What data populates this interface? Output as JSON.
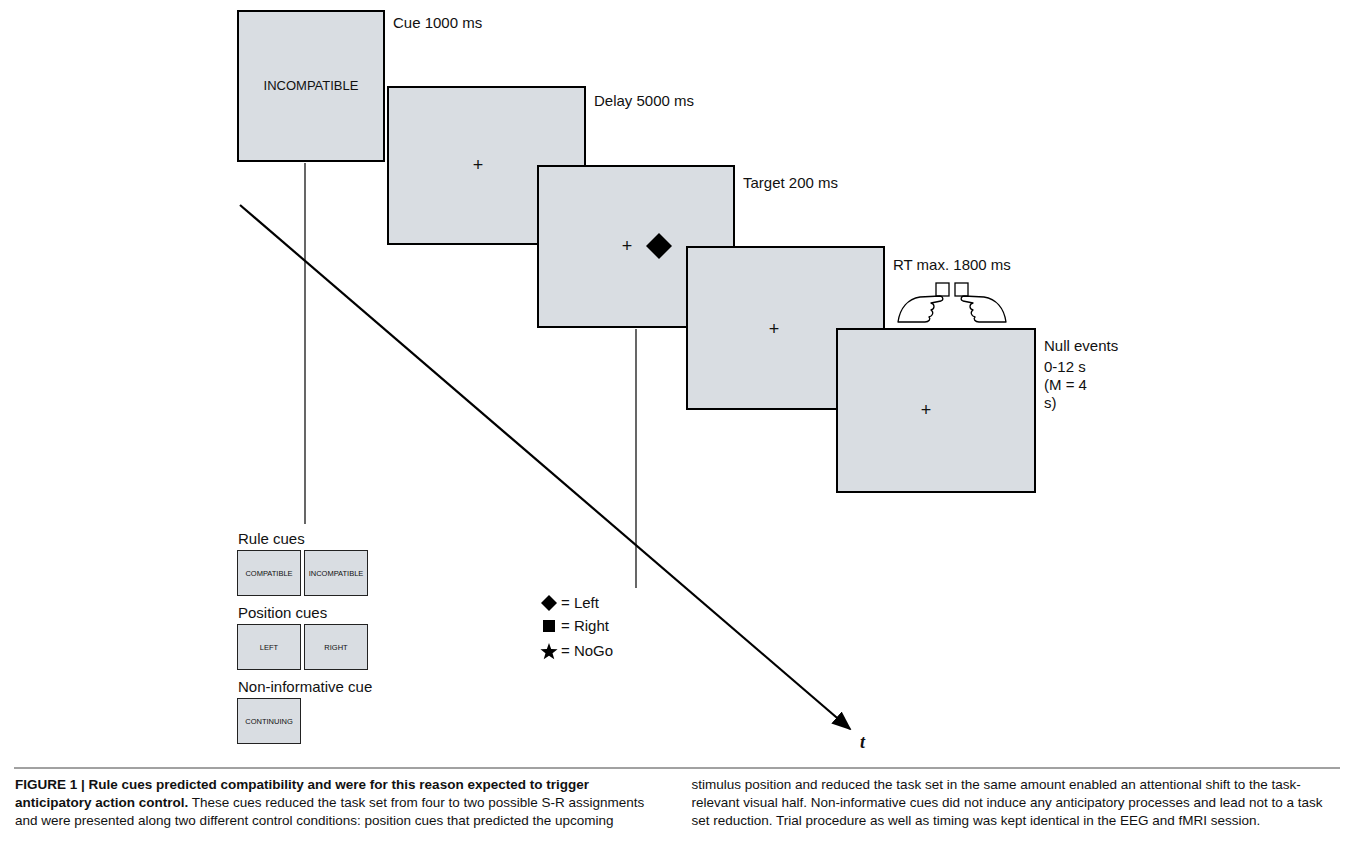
{
  "diagram": {
    "caption": "FIGURE 1 | Rule cues predicted compatibility and were for this reason expected to trigger anticipatory action control. These cues reduced the task set from four to two possible S-R assignments and were presented along two different control conditions: position cues that predicted the upcoming stimulus position and reduced the task set in the same amount enabled an attentional shift to the task-relevant visual half. Non-informative cues did not induce any anticipatory processes and lead not to a task set reduction. Trial procedure as well as timing was kept identical in the EEG and fMRI session.",
    "nodes": [
      {
        "text": [
          "Cue 1000 ms",
          "INCOMPATIBLE"
        ]
      },
      {
        "text": [
          "Delay 5000 ms",
          "+"
        ]
      },
      {
        "text": [
          "Target 200 ms",
          "+"
        ]
      },
      {
        "text": [
          "RT max. 1800 ms",
          "+"
        ]
      },
      {
        "text": [
          "Null events",
          "0-12 s (M = 4 s)",
          "+"
        ]
      },
      {
        "text": [
          "COMPATIBLE"
        ]
      },
      {
        "text": [
          "INCOMPATIBLE"
        ]
      },
      {
        "text": [
          "LEFT"
        ]
      },
      {
        "text": [
          "RIGHT"
        ]
      },
      {
        "text": [
          "CONTINUING"
        ]
      }
    ],
    "labels": [
      "Rule cues",
      "Position cues",
      "Non-informative cue",
      "t"
    ],
    "legend": [
      {
        "text": "= Left"
      },
      {
        "text": "= Right"
      },
      {
        "text": "= NoGo"
      }
    ]
  }
}
